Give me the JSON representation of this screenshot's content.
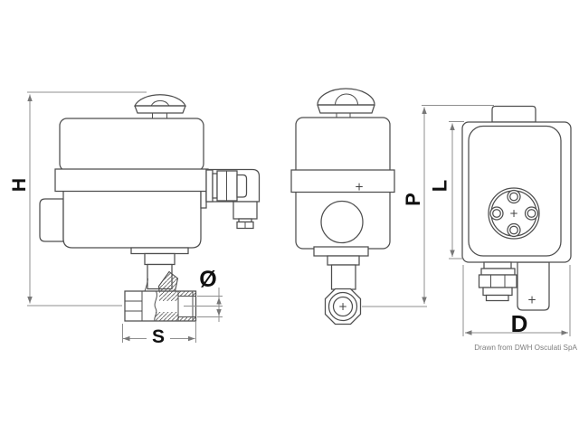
{
  "drawing": {
    "caption": "Drawn from DWH Osculati SpA",
    "center_mark": "+",
    "labels": {
      "h": "H",
      "s": "S",
      "diameter": "Ø",
      "p": "P",
      "l": "L",
      "d": "D"
    },
    "colors": {
      "background": "#ffffff",
      "outline": "#4e4e4e",
      "dimension_line": "#8f8f8f",
      "label_text": "#101010",
      "caption_text": "#7d7d7d"
    }
  }
}
